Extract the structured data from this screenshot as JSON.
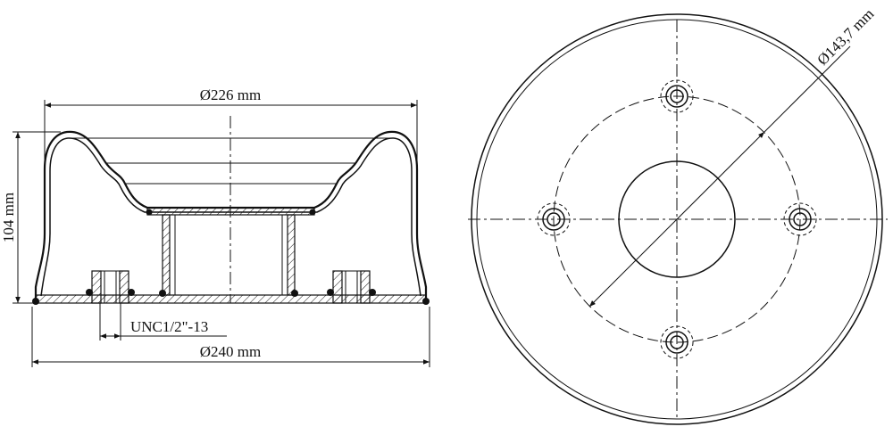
{
  "drawing": {
    "stroke_color": "#111111",
    "background_color": "#ffffff",
    "side_view": {
      "dim_top_diameter": "Ø226 mm",
      "dim_height": "104 mm",
      "dim_thread": "UNC1/2\"-13",
      "dim_bottom_diameter": "Ø240 mm"
    },
    "top_view": {
      "dim_bolt_circle": "Ø143,7 mm"
    }
  }
}
